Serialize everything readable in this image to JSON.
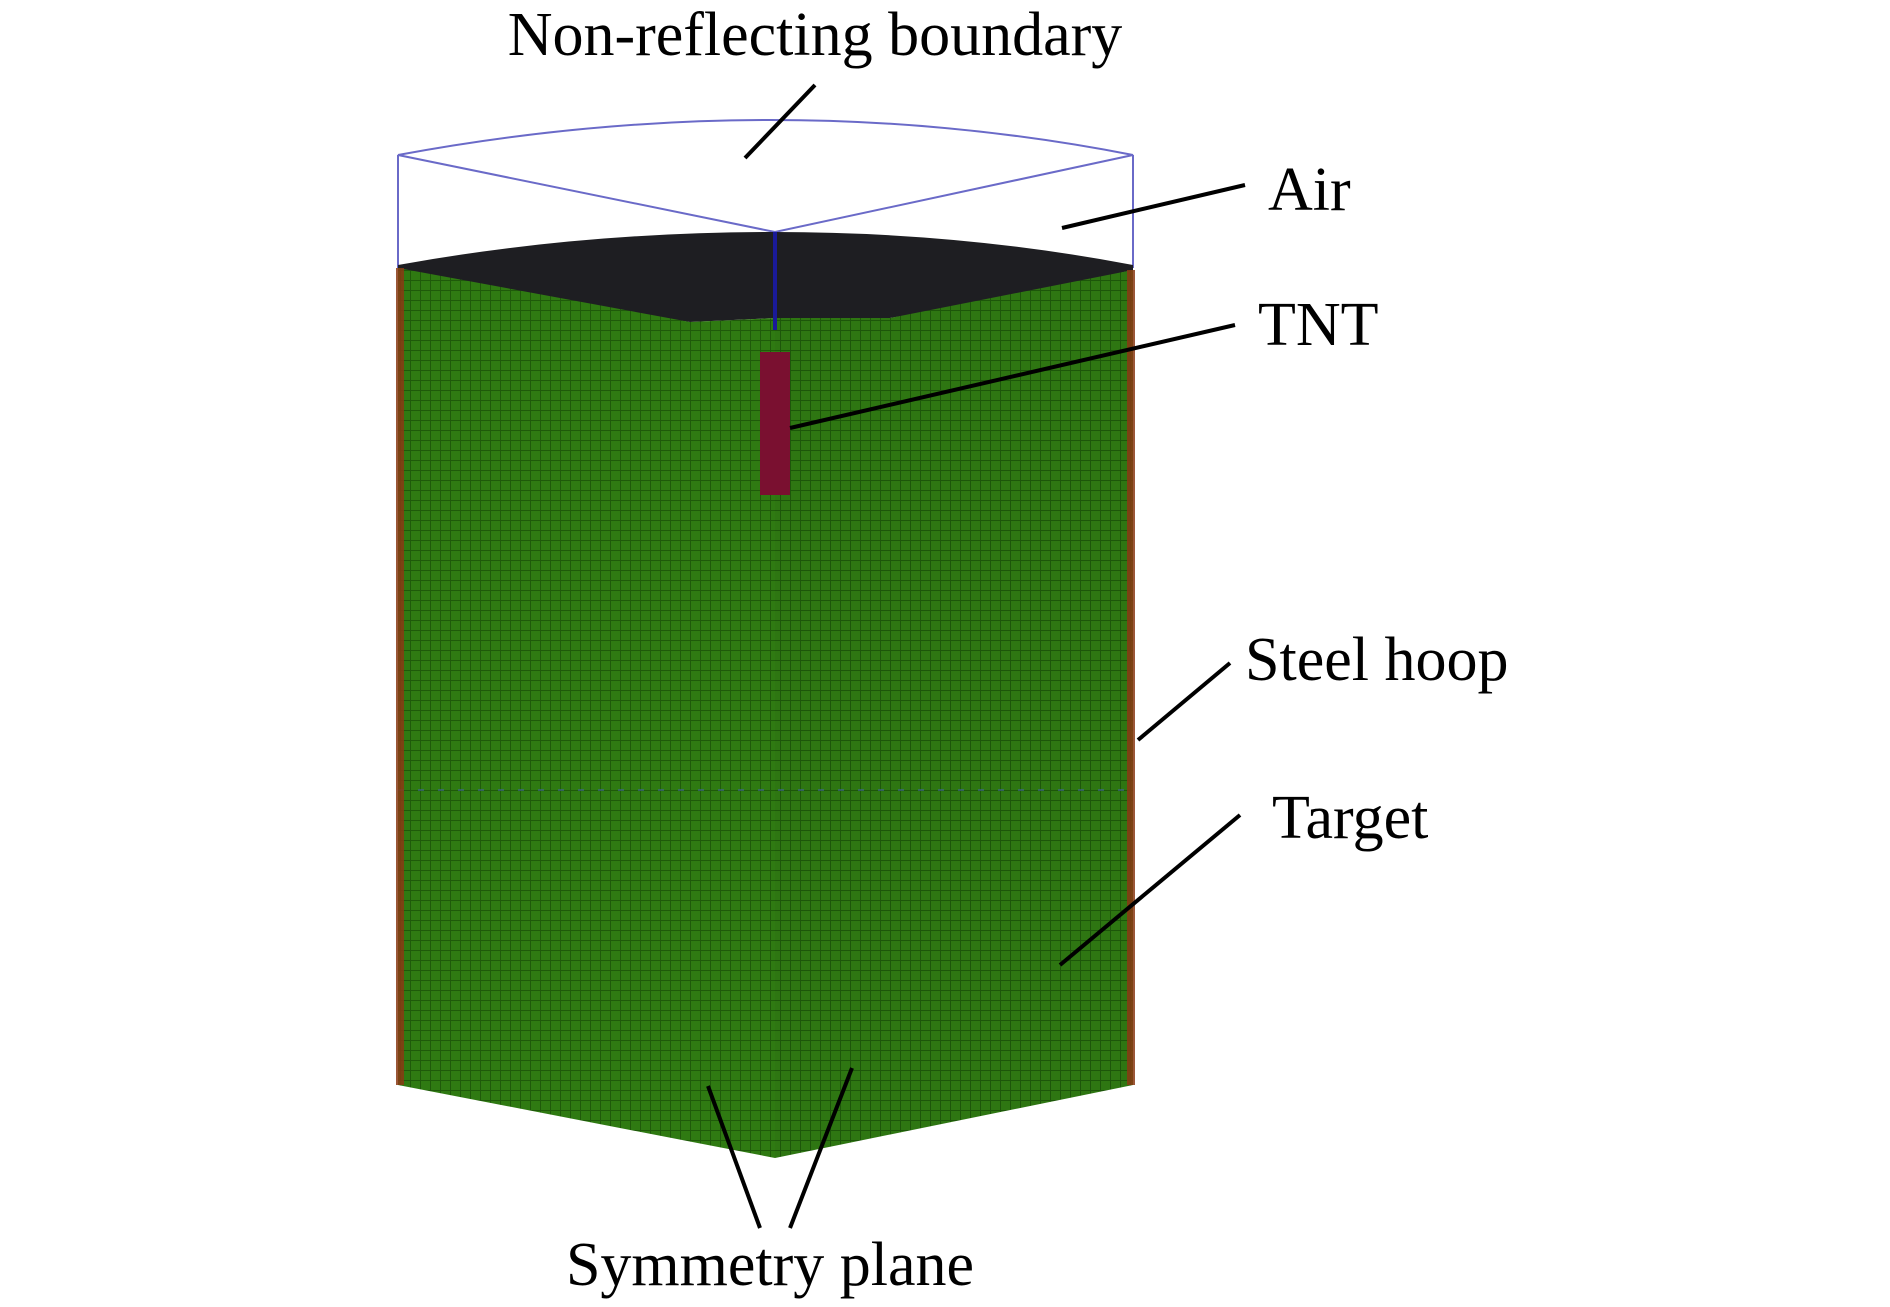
{
  "labels": {
    "non_reflecting_boundary": "Non-reflecting boundary",
    "air": "Air",
    "tnt": "TNT",
    "steel_hoop": "Steel hoop",
    "target": "Target",
    "symmetry_plane": "Symmetry plane"
  },
  "colors": {
    "target_mesh": "#2f7a12",
    "mesh_line": "#1f5a0a",
    "air_top": "#1e1e22",
    "tnt": "#7a1030",
    "steel_hoop": "#8a3a14",
    "boundary_outline": "#6a6ac8",
    "background": "#ffffff"
  }
}
